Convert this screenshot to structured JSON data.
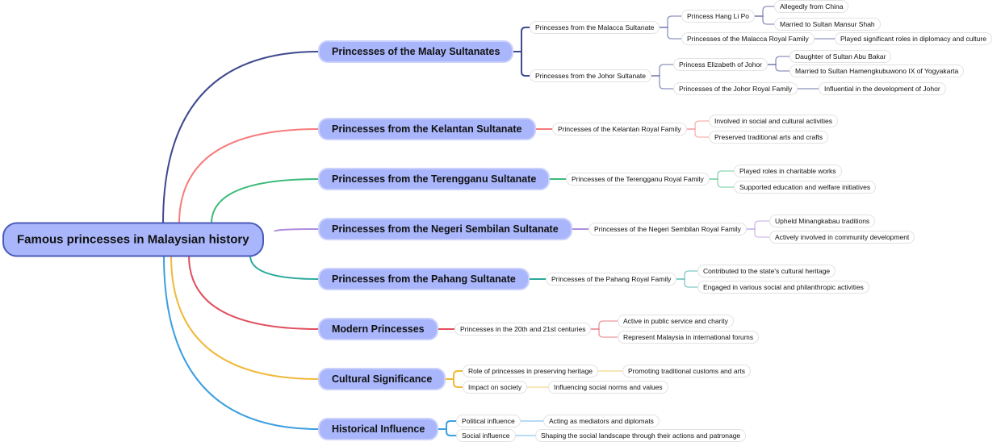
{
  "root": {
    "label": "Famous princesses in Malaysian history"
  },
  "branches": [
    {
      "label": "Princesses of the Malay Sultanates",
      "color": "#3f4a8f",
      "children": [
        {
          "label": "Princesses from the Malacca Sultanate",
          "children": [
            {
              "label": "Princess Hang Li Po",
              "children": [
                {
                  "label": "Allegedly from China"
                },
                {
                  "label": "Married to Sultan Mansur Shah"
                }
              ]
            },
            {
              "label": "Princesses of the Malacca Royal Family",
              "children": [
                {
                  "label": "Played significant roles in diplomacy and culture"
                }
              ]
            }
          ]
        },
        {
          "label": "Princesses from the Johor Sultanate",
          "children": [
            {
              "label": "Princess Elizabeth of Johor",
              "children": [
                {
                  "label": "Daughter of Sultan Abu Bakar"
                },
                {
                  "label": "Married to Sultan Hamengkubuwono IX of Yogyakarta"
                }
              ]
            },
            {
              "label": "Princesses of the Johor Royal Family",
              "children": [
                {
                  "label": "Influential in the development of Johor"
                }
              ]
            }
          ]
        }
      ]
    },
    {
      "label": "Princesses from the Kelantan Sultanate",
      "color": "#f77b7b",
      "children": [
        {
          "label": "Princesses of the Kelantan Royal Family",
          "children": [
            {
              "label": "Involved in social and cultural activities"
            },
            {
              "label": "Preserved traditional arts and crafts"
            }
          ]
        }
      ]
    },
    {
      "label": "Princesses from the Terengganu Sultanate",
      "color": "#3dba7a",
      "children": [
        {
          "label": "Princesses of the Terengganu Royal Family",
          "children": [
            {
              "label": "Played roles in charitable works"
            },
            {
              "label": "Supported education and welfare initiatives"
            }
          ]
        }
      ]
    },
    {
      "label": "Princesses from the Negeri Sembilan Sultanate",
      "color": "#b08de0",
      "children": [
        {
          "label": "Princesses of the Negeri Sembilan Royal Family",
          "children": [
            {
              "label": "Upheld Minangkabau traditions"
            },
            {
              "label": "Actively involved in community development"
            }
          ]
        }
      ]
    },
    {
      "label": "Princesses from the Pahang Sultanate",
      "color": "#2aa89a",
      "children": [
        {
          "label": "Princesses of the Pahang Royal Family",
          "children": [
            {
              "label": "Contributed to the state's cultural heritage"
            },
            {
              "label": "Engaged in various social and philanthropic activities"
            }
          ]
        }
      ]
    },
    {
      "label": "Modern Princesses",
      "color": "#e0505e",
      "children": [
        {
          "label": "Princesses in the 20th and 21st centuries",
          "children": [
            {
              "label": "Active in public service and charity"
            },
            {
              "label": "Represent Malaysia in international forums"
            }
          ]
        }
      ]
    },
    {
      "label": "Cultural Significance",
      "color": "#f0b93a",
      "children": [
        {
          "label": "Role of princesses in preserving heritage",
          "children": [
            {
              "label": "Promoting traditional customs and arts"
            }
          ]
        },
        {
          "label": "Impact on society",
          "children": [
            {
              "label": "Influencing social norms and values"
            }
          ]
        }
      ]
    },
    {
      "label": "Historical Influence",
      "color": "#3d9fe0",
      "children": [
        {
          "label": "Political influence",
          "children": [
            {
              "label": "Acting as mediators and diplomats"
            }
          ]
        },
        {
          "label": "Social influence",
          "children": [
            {
              "label": "Shaping the social landscape through their actions and patronage"
            }
          ]
        }
      ]
    }
  ]
}
